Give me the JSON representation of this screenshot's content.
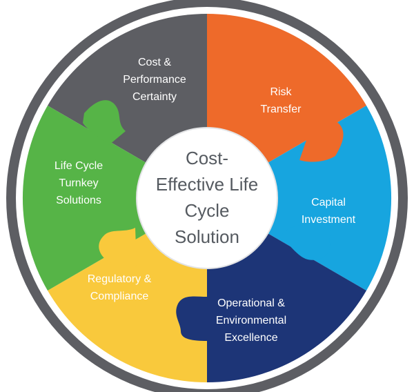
{
  "center": {
    "lines": [
      "Cost-",
      "Effective Life",
      "Cycle",
      "Solution"
    ]
  },
  "segments": [
    {
      "key": "risk",
      "lines": [
        "Risk",
        "Transfer"
      ],
      "color": "#ee6a2a"
    },
    {
      "key": "capital",
      "lines": [
        "Capital",
        "Investment"
      ],
      "color": "#17a5df"
    },
    {
      "key": "operational",
      "lines": [
        "Operational &",
        "Environmental",
        "Excellence"
      ],
      "color": "#1d3577"
    },
    {
      "key": "regulatory",
      "lines": [
        "Regulatory &",
        "Compliance"
      ],
      "color": "#f9c93c"
    },
    {
      "key": "turnkey",
      "lines": [
        "Life Cycle",
        "Turnkey",
        "Solutions"
      ],
      "color": "#56b447"
    },
    {
      "key": "cost",
      "lines": [
        "Cost &",
        "Performance",
        "Certainty"
      ],
      "color": "#5d5e63"
    }
  ],
  "colors": {
    "outer_ring": "#5d5e63",
    "center_fill": "#ffffff",
    "center_text": "#555a60"
  }
}
